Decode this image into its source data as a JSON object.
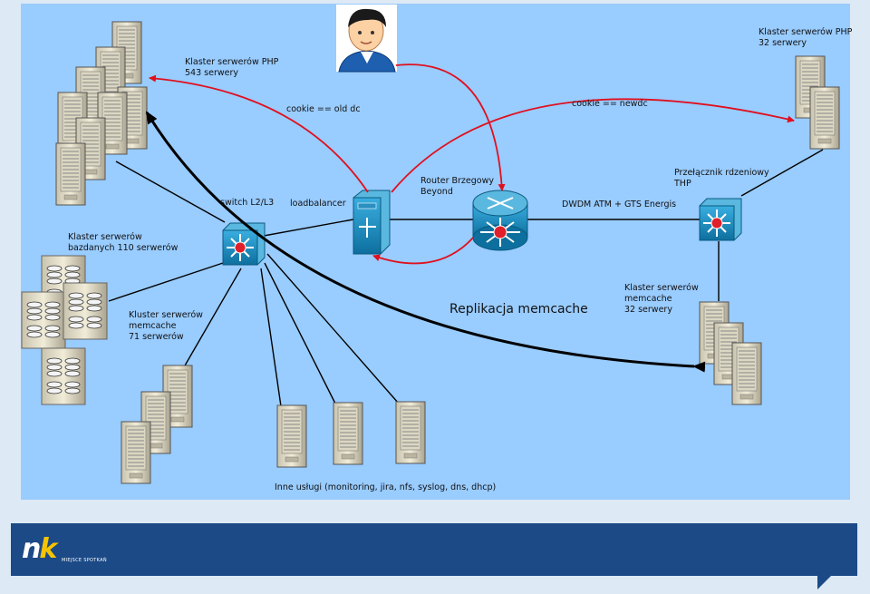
{
  "labels": {
    "php_cluster_543": [
      "Klaster serwerów PHP",
      "543 serwery"
    ],
    "php_cluster_32": [
      "Klaster serwerów PHP",
      "32 serwery"
    ],
    "cookie_old": "cookie == old dc",
    "cookie_new": "cookie == newdc",
    "router": [
      "Router Brzegowy",
      "Beyond"
    ],
    "core_switch": [
      "Przełącznik rdzeniowy",
      "THP"
    ],
    "switch_l2l3": "switch L2/L3",
    "loadbalancer": "loadbalancer",
    "dwdm": "DWDM ATM + GTS Energis",
    "db_cluster": [
      "Klaster serwerów",
      "bazdanych 110 serwerów"
    ],
    "memcache_71": [
      "Kluster serwerów",
      "memcache",
      "71 serwerów"
    ],
    "memcache_32": [
      "Klaster serwerów",
      "memcache",
      "32 serwery"
    ],
    "replication": "Replikacja memcache",
    "other_services": "Inne usługi (monitoring, jira, nfs, syslog, dns, dhcp)"
  },
  "logo": {
    "nk_n": "n",
    "nk_k": "k",
    "tagline": "MIEJSCE SPOTKAŃ"
  },
  "colors": {
    "canvas_bg": "#99ccff",
    "arrow_red": "#e0101e",
    "arrow_black": "#000000",
    "switch_fill": "#1a8fc0",
    "footer_bg": "#1c4a86"
  }
}
